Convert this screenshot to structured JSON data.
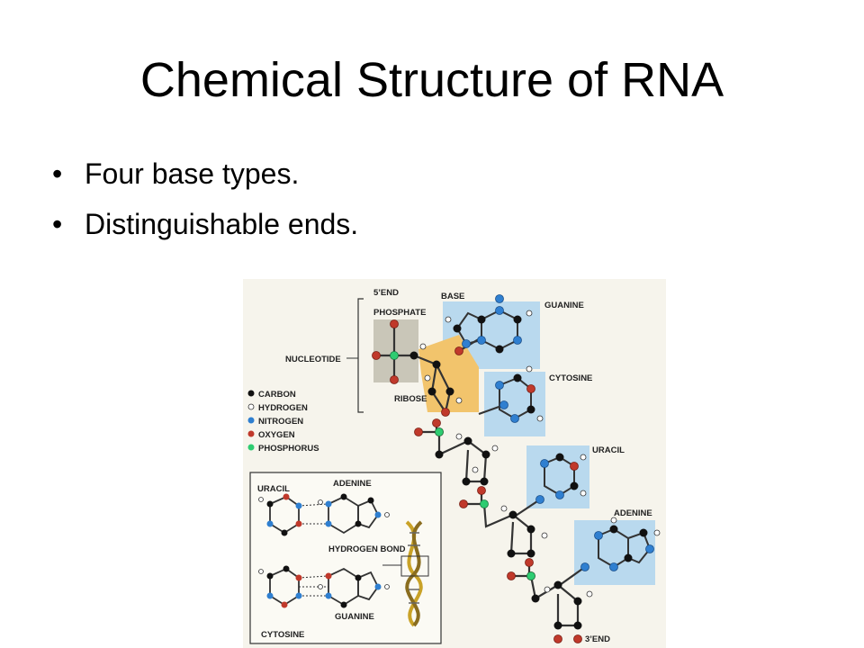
{
  "slide": {
    "title": "Chemical Structure of RNA",
    "bullets": [
      "Four base types.",
      "Distinguishable ends."
    ]
  },
  "diagram": {
    "labels": {
      "five_end": "5’END",
      "base": "BASE",
      "phosphate": "PHOSPHATE",
      "nucleotide": "NUCLEOTIDE",
      "ribose": "RIBOSE",
      "guanine": "GUANINE",
      "cytosine": "CYTOSINE",
      "uracil": "URACIL",
      "adenine": "ADENINE",
      "three_end": "3’END"
    },
    "legend": [
      {
        "label": "CARBON",
        "color": "#111111"
      },
      {
        "label": "HYDROGEN",
        "color": "#ffffff"
      },
      {
        "label": "NITROGEN",
        "color": "#2f7fd0"
      },
      {
        "label": "OXYGEN",
        "color": "#c0392b"
      },
      {
        "label": "PHOSPHORUS",
        "color": "#2ecc71"
      }
    ],
    "inset": {
      "uracil": "URACIL",
      "adenine": "ADENINE",
      "hydrogen_bond": "HYDROGEN BOND",
      "cytosine": "CYTOSINE",
      "guanine": "GUANINE"
    },
    "colors": {
      "base_box": "#b9d9ee",
      "ribose_box": "#f2c46c",
      "phosphate_box": "#c9c6b8",
      "background": "#f6f4ec"
    }
  }
}
